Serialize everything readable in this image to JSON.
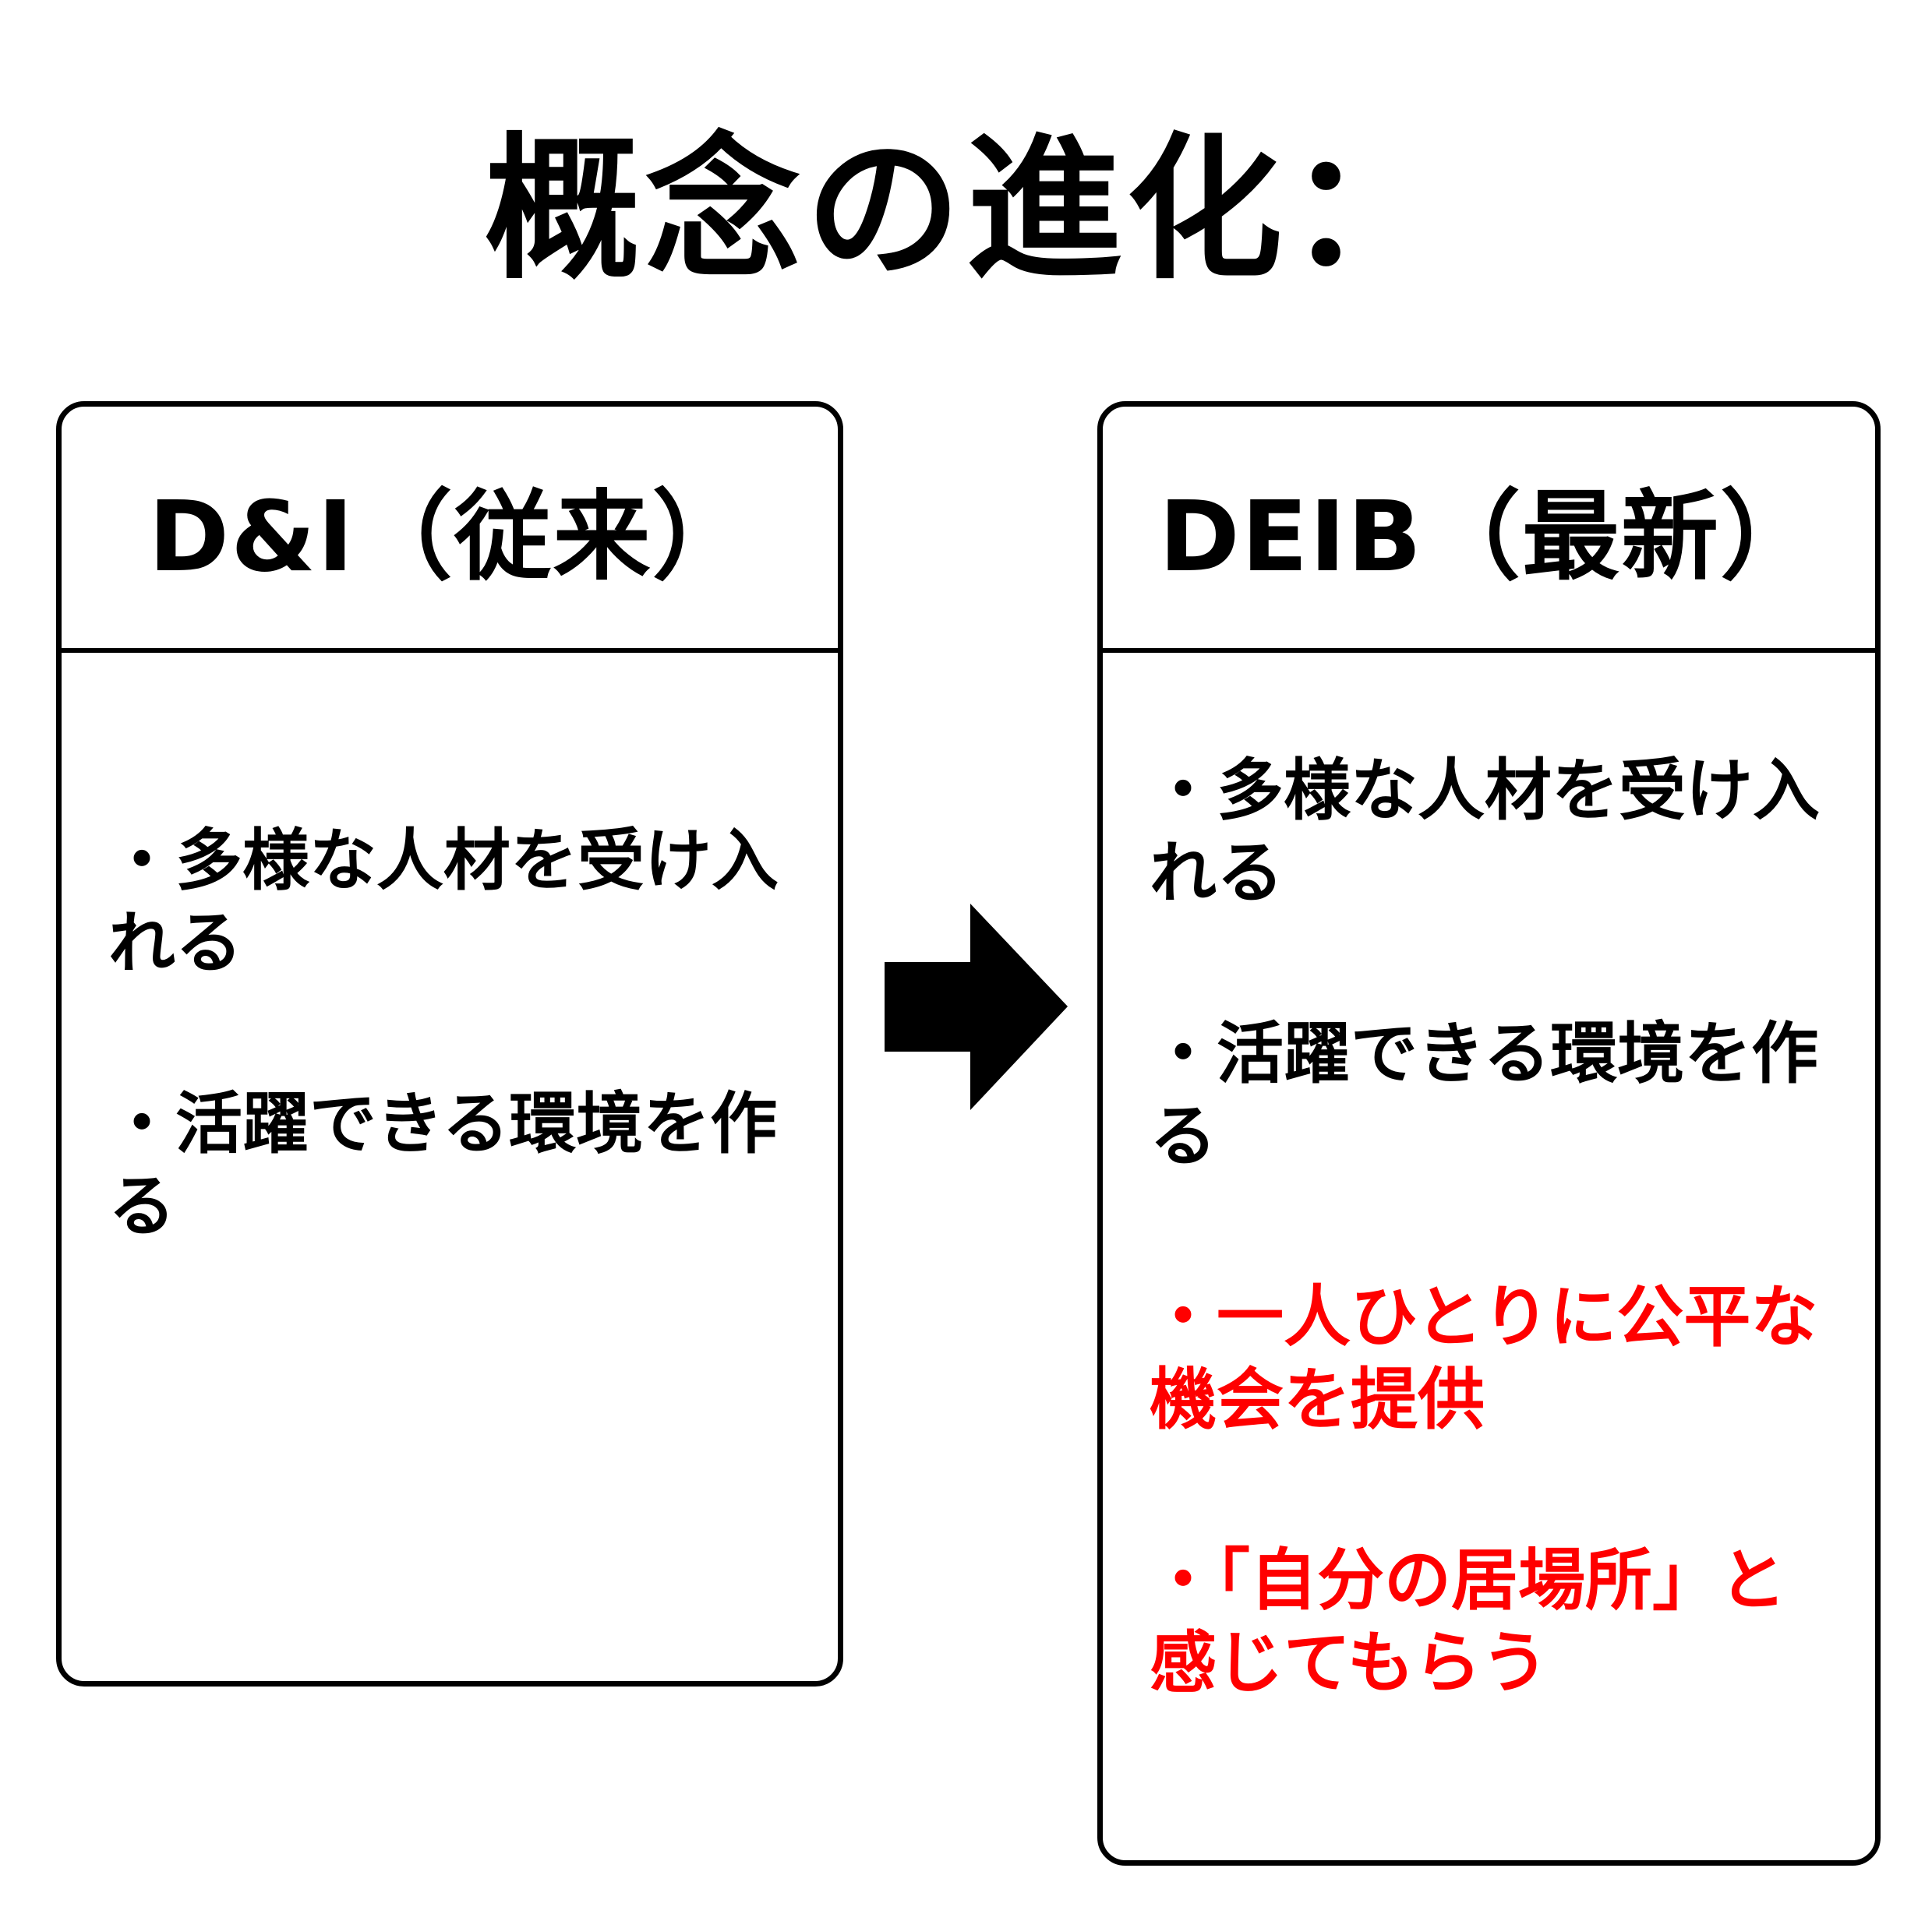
{
  "title": "概念の進化：",
  "colors": {
    "text": "#000000",
    "accent": "#ff0000",
    "background": "#ffffff"
  },
  "left_panel": {
    "header": "D&I（従来）",
    "items": [
      {
        "text": "・多様な人材を受け入れる",
        "color": "black"
      },
      {
        "text": "・活躍できる環境を作る",
        "color": "black"
      }
    ]
  },
  "right_panel": {
    "header": "DEIB（最新）",
    "items": [
      {
        "text": "・多様な人材を受け入れる",
        "color": "black"
      },
      {
        "text": "・活躍できる環境を作る",
        "color": "black"
      },
      {
        "text": "・一人ひとりに公平な機会を提供",
        "color": "red"
      },
      {
        "text": "・「自分の居場所」と感じてもらう",
        "color": "red"
      }
    ]
  },
  "connector": {
    "icon": "right-arrow-icon"
  }
}
